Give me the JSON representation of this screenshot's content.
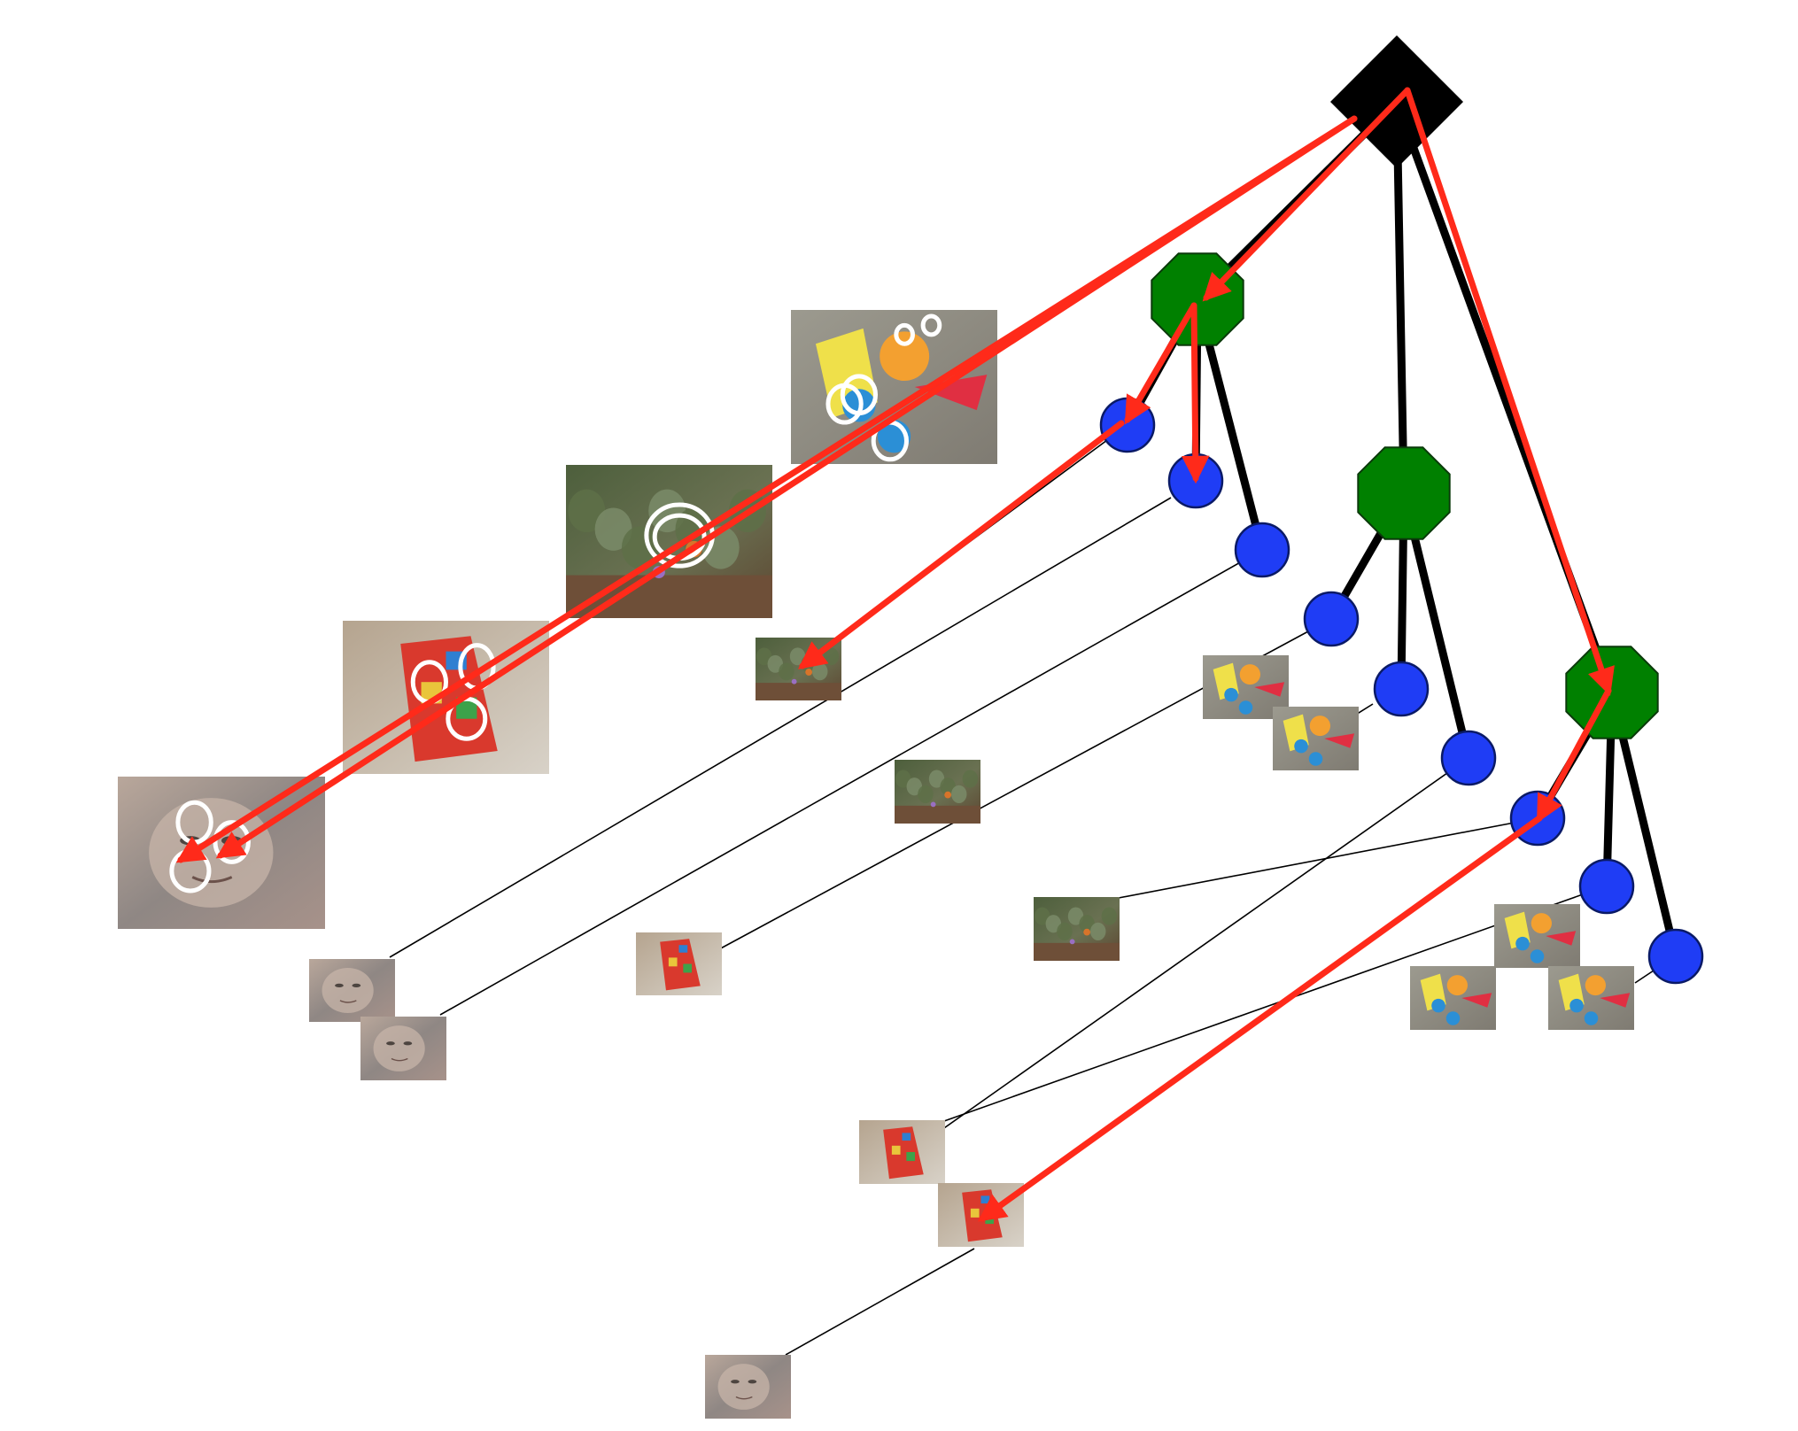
{
  "diagram": {
    "title": "",
    "colors": {
      "root": "#000000",
      "internal": "#008000",
      "leaf": "#1f3df5",
      "edge": "#000000",
      "link": "#000000",
      "path": "#ff2a1a",
      "region": "#ffffff",
      "background": "#ffffff"
    },
    "nodes": [
      {
        "id": "root",
        "kind": "root",
        "shape": "diamond"
      },
      {
        "id": "n1",
        "kind": "internal",
        "shape": "octagon"
      },
      {
        "id": "n2",
        "kind": "internal",
        "shape": "octagon"
      },
      {
        "id": "n3",
        "kind": "internal",
        "shape": "octagon"
      },
      {
        "id": "l11",
        "kind": "leaf",
        "shape": "circle"
      },
      {
        "id": "l12",
        "kind": "leaf",
        "shape": "circle"
      },
      {
        "id": "l13",
        "kind": "leaf",
        "shape": "circle"
      },
      {
        "id": "l21",
        "kind": "leaf",
        "shape": "circle"
      },
      {
        "id": "l22",
        "kind": "leaf",
        "shape": "circle"
      },
      {
        "id": "l23",
        "kind": "leaf",
        "shape": "circle"
      },
      {
        "id": "l31",
        "kind": "leaf",
        "shape": "circle"
      },
      {
        "id": "l32",
        "kind": "leaf",
        "shape": "circle"
      },
      {
        "id": "l33",
        "kind": "leaf",
        "shape": "circle"
      }
    ],
    "query_images": [
      {
        "id": "q-face",
        "subject": "face"
      },
      {
        "id": "q-box",
        "subject": "box"
      },
      {
        "id": "q-garden",
        "subject": "garden"
      },
      {
        "id": "q-toy",
        "subject": "toy"
      }
    ],
    "database_images": [
      {
        "id": "d1",
        "subject": "garden"
      },
      {
        "id": "d2",
        "subject": "face"
      },
      {
        "id": "d3",
        "subject": "face"
      },
      {
        "id": "d4",
        "subject": "garden"
      },
      {
        "id": "d5",
        "subject": "box"
      },
      {
        "id": "d6",
        "subject": "toy"
      },
      {
        "id": "d7",
        "subject": "toy"
      },
      {
        "id": "d8",
        "subject": "garden"
      },
      {
        "id": "d9",
        "subject": "box"
      },
      {
        "id": "d10",
        "subject": "box"
      },
      {
        "id": "d11",
        "subject": "face"
      },
      {
        "id": "d12",
        "subject": "toy"
      },
      {
        "id": "d13",
        "subject": "toy"
      },
      {
        "id": "d14",
        "subject": "toy"
      }
    ]
  }
}
